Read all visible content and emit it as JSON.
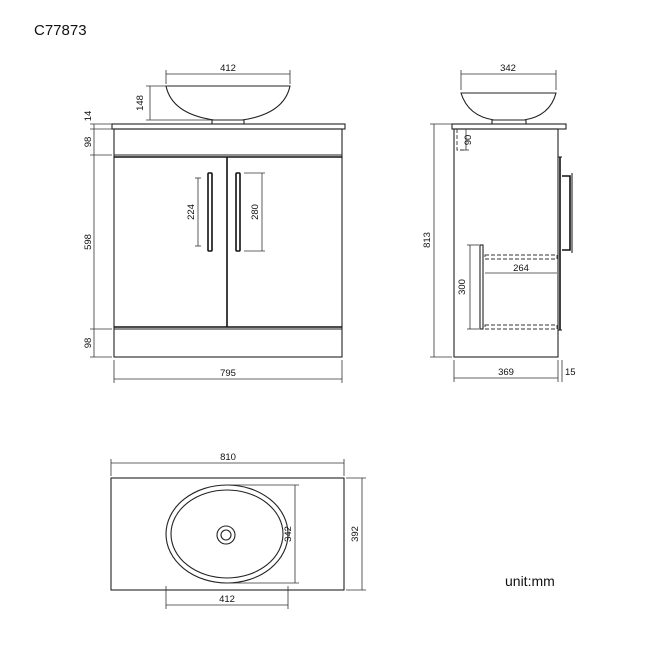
{
  "product_code": "C77873",
  "unit_label": "unit:mm",
  "dims": {
    "basin_width": "412",
    "basin_height": "148",
    "top_thickness": "14",
    "top_rail": "98",
    "door_height": "598",
    "plinth": "98",
    "handle_1": "224",
    "handle_2": "280",
    "cabinet_width": "795",
    "side_basin_width": "342",
    "total_height": "813",
    "side_rail": "90",
    "shelf_depth": "264",
    "shelf_gap": "300",
    "cabinet_depth": "369",
    "door_thickness": "15",
    "top_width": "810",
    "top_depth": "392",
    "plan_basin_depth": "342",
    "plan_basin_width": "412"
  }
}
